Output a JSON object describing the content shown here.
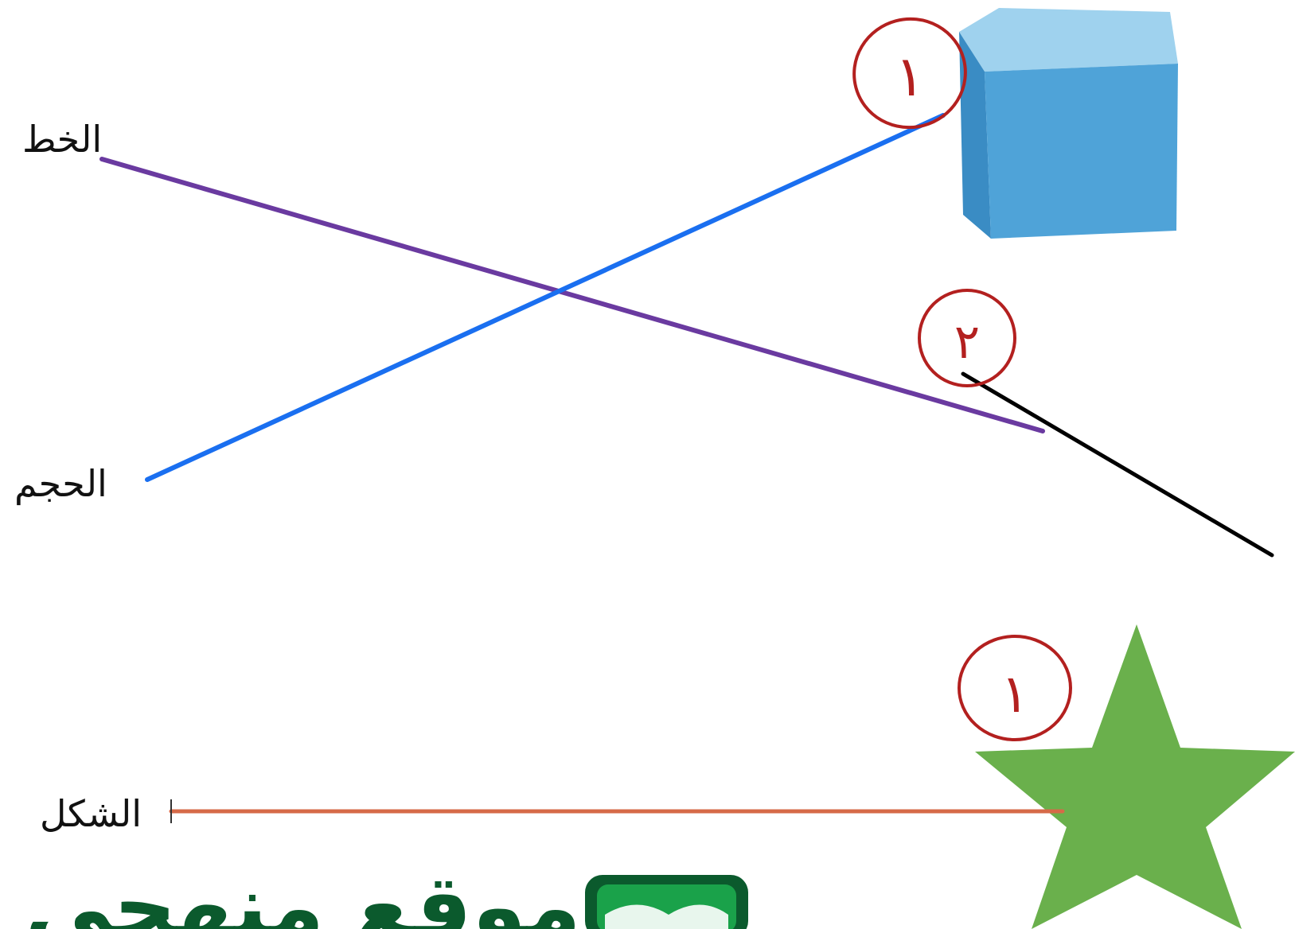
{
  "labels": {
    "line": "الخط",
    "volume": "الحجم",
    "shape": "الشكل"
  },
  "annotations": {
    "cube_number": "١",
    "line_number": "٢",
    "star_number": "١"
  },
  "logo": {
    "text": "موقع منهجي"
  },
  "colors": {
    "purple_line": "#6a3aa0",
    "blue_line": "#1a6ff0",
    "black_line": "#000000",
    "orange_line": "#d66a48",
    "circle_red": "#b3201f",
    "cube_front": "#4fa3d8",
    "cube_top": "#9fd2ee",
    "cube_side": "#3a8cc4",
    "star_green": "#6ab04c",
    "logo_green": "#0b5a2d"
  },
  "icons": {
    "cube": "cube-icon",
    "star": "star-icon",
    "line": "line-segment-icon",
    "logo": "book-logo-icon"
  }
}
